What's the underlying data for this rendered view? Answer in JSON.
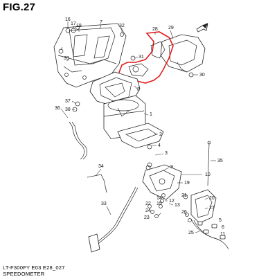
{
  "figure": {
    "title": "FIG.27",
    "model_line": "LT-F300FY E03 E28_027",
    "caption": "SPEEDOMETER"
  },
  "colors": {
    "highlight": "#e31a1a",
    "line": "#222222"
  },
  "arrow_icon": "front-direction-arrow-icon",
  "callouts": [
    "16",
    "17",
    "18",
    "7",
    "32",
    "28",
    "29",
    "31",
    "39",
    "30",
    "8",
    "37",
    "38",
    "36",
    "1",
    "2",
    "4",
    "3",
    "35",
    "10",
    "34",
    "9",
    "19",
    "21",
    "20",
    "14",
    "12",
    "15",
    "22",
    "13",
    "33",
    "24",
    "23",
    "26",
    "27",
    "25",
    "5",
    "6",
    "11"
  ]
}
